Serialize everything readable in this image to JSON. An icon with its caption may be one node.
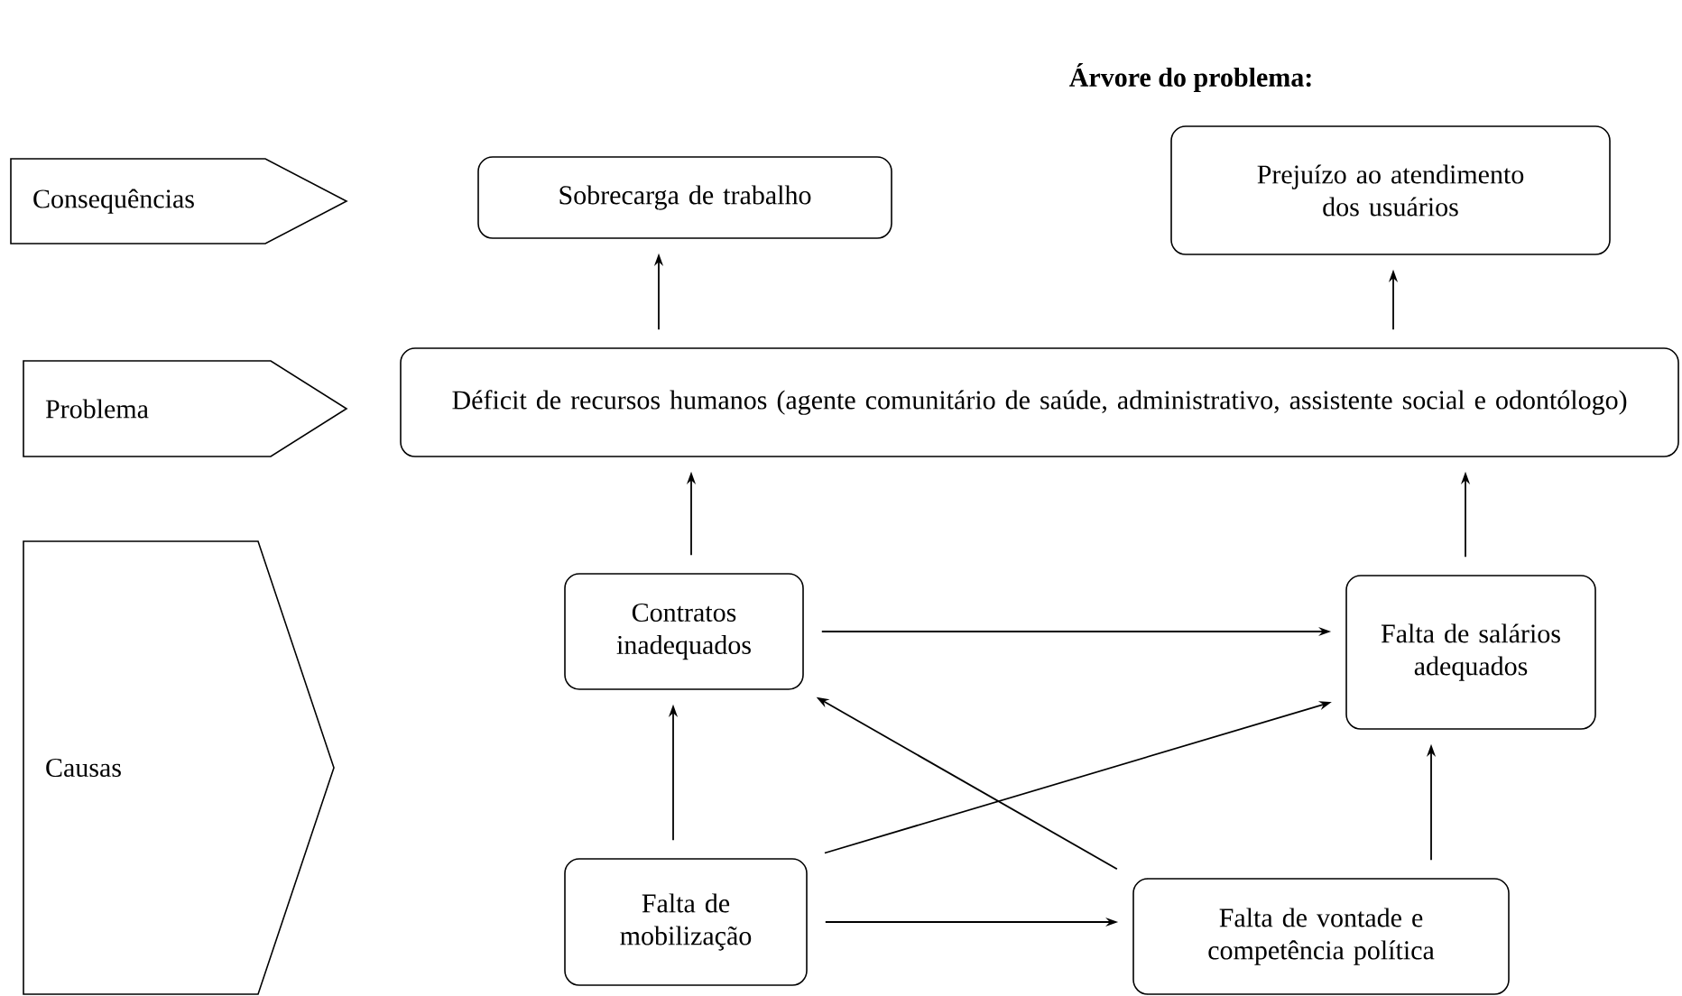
{
  "diagram": {
    "title": "Árvore do problema:",
    "nodes": [
      {
        "text": [
          "Consequências"
        ]
      },
      {
        "text": [
          "Sobrecarga de trabalho"
        ]
      },
      {
        "text": [
          "Prejuízo ao atendimento dos usuários"
        ]
      },
      {
        "text": [
          "Problema"
        ]
      },
      {
        "text": [
          "Déficit de recursos humanos (agente comunitário de saúde, administrativo, assistente social e odontólogo)"
        ]
      },
      {
        "text": [
          "Causas"
        ]
      },
      {
        "text": [
          "Contratos inadequados"
        ]
      },
      {
        "text": [
          "Falta de salários adequados"
        ]
      },
      {
        "text": [
          "Falta de mobilização"
        ]
      },
      {
        "text": [
          "Falta de vontade e competência política"
        ]
      }
    ],
    "edges": [
      {
        "from": 4,
        "to": 1,
        "arrow": "to"
      },
      {
        "from": 4,
        "to": 2,
        "arrow": "to"
      },
      {
        "from": 6,
        "to": 4,
        "arrow": "to"
      },
      {
        "from": 7,
        "to": 4,
        "arrow": "to"
      },
      {
        "from": 6,
        "to": 7,
        "arrow": "to"
      },
      {
        "from": 8,
        "to": 6,
        "arrow": "to"
      },
      {
        "from": 8,
        "to": 7,
        "arrow": "to"
      },
      {
        "from": 9,
        "to": 6,
        "arrow": "to"
      },
      {
        "from": 8,
        "to": 9,
        "arrow": "to"
      },
      {
        "from": 9,
        "to": 7,
        "arrow": "to"
      }
    ]
  }
}
